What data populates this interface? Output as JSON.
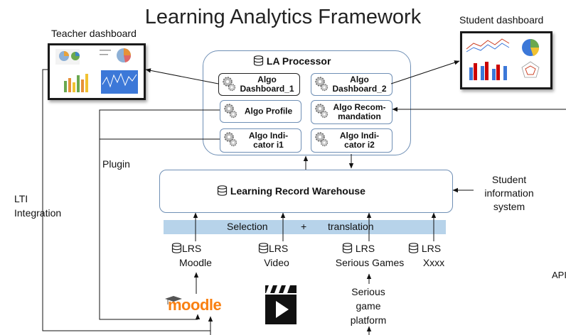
{
  "title": "Learning Analytics Framework",
  "teacher_dashboard": {
    "label": "Teacher dashboard"
  },
  "student_dashboard": {
    "label": "Student dashboard"
  },
  "processor": {
    "title": "LA Processor",
    "algos": [
      {
        "line1": "Algo",
        "line2": "Dashboard_1"
      },
      {
        "line1": "Algo",
        "line2": "Dashboard_2"
      },
      {
        "line1": "Algo Profile",
        "line2": ""
      },
      {
        "line1": "Algo Recom-",
        "line2": "mandation"
      },
      {
        "line1": "Algo Indi-",
        "line2": "cator i1"
      },
      {
        "line1": "Algo Indi-",
        "line2": "cator i2"
      }
    ]
  },
  "warehouse": {
    "title": "Learning Record Warehouse"
  },
  "student_info": {
    "line1": "Student",
    "line2": "information",
    "line3": "system"
  },
  "strip": {
    "selection": "Selection",
    "plus": "+",
    "translation": "translation"
  },
  "lrs": [
    {
      "tag": "LRS",
      "name": "Moodle"
    },
    {
      "tag": "LRS",
      "name": "Video"
    },
    {
      "tag": "LRS",
      "name": "Serious Games"
    },
    {
      "tag": "LRS",
      "name": "Xxxx"
    }
  ],
  "plugin": "Plugin",
  "lti": {
    "line1": "LTI",
    "line2": "Integration"
  },
  "api": "API",
  "moodle_logo": "moodle",
  "serious_platform": {
    "line1": "Serious",
    "line2": "game",
    "line3": "platform"
  },
  "colors": {
    "box_border": "#6f8fb5",
    "strip": "#b7d3ea",
    "moodle_orange": "#f98012",
    "moodle_grey": "#555555"
  }
}
